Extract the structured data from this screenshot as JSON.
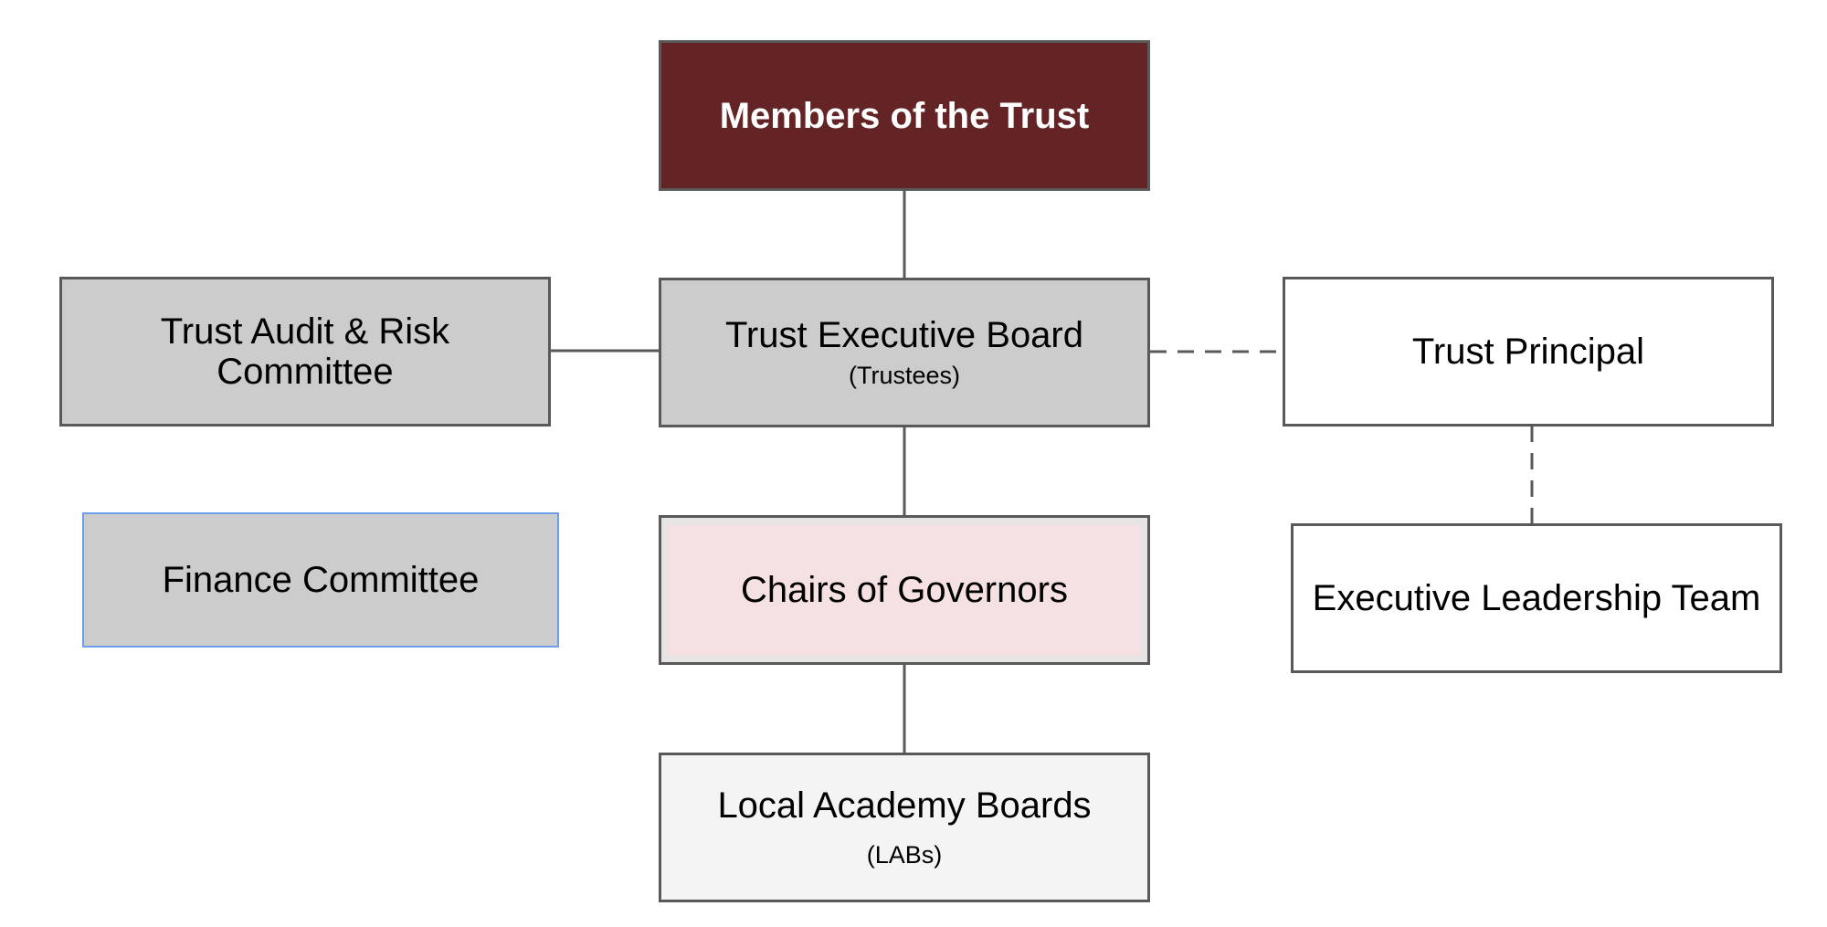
{
  "colors": {
    "members_fill": "#642425",
    "grey_fill": "#cccccc",
    "white_fill": "#ffffff",
    "pink_fill": "#f5e1e1",
    "pink_frame": "#e9e4e4",
    "light_fill": "#f4f4f4",
    "finance_border": "#6d9eeb",
    "line": "#595959"
  },
  "nodes": {
    "members": {
      "title": "Members of the Trust"
    },
    "audit": {
      "title_line1": "Trust Audit & Risk",
      "title_line2": "Committee"
    },
    "board": {
      "title": "Trust Executive Board",
      "subtitle": "(Trustees)"
    },
    "principal": {
      "title": "Trust Principal"
    },
    "finance": {
      "title": "Finance Committee"
    },
    "chairs": {
      "title": "Chairs of Governors"
    },
    "exec_team": {
      "title": "Executive Leadership Team"
    },
    "labs": {
      "title": "Local Academy Boards",
      "subtitle": "(LABs)"
    }
  }
}
